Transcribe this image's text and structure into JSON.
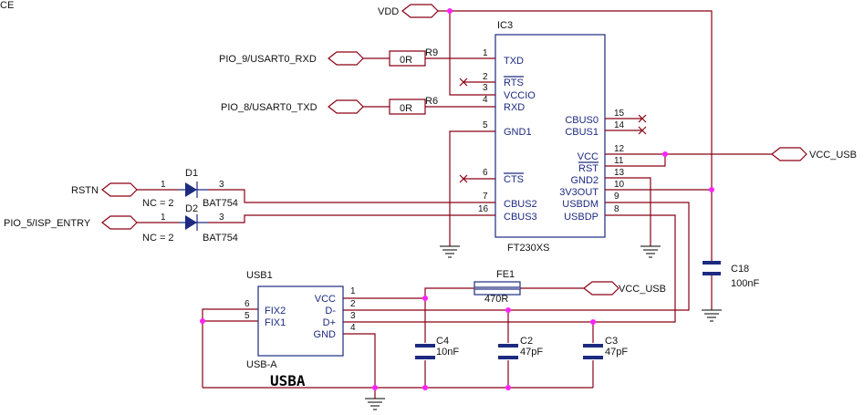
{
  "top_left_fragment": "CE",
  "ic3": {
    "ref": "IC3",
    "part": "FT230XS",
    "pins": {
      "txd": "TXD",
      "rts": "RTS",
      "vccio": "VCCIO",
      "rxd": "RXD",
      "gnd1": "GND1",
      "cts": "CTS",
      "cbus2": "CBUS2",
      "cbus3": "CBUS3",
      "cbus0": "CBUS0",
      "cbus1": "CBUS1",
      "vcc": "VCC",
      "rst": "RST",
      "gnd2": "GND2",
      "v3out": "3V3OUT",
      "usbdm": "USBDM",
      "usbdp": "USBDP"
    },
    "pin_numbers": {
      "p1": "1",
      "p2": "2",
      "p3": "3",
      "p4": "4",
      "p5": "5",
      "p6": "6",
      "p7": "7",
      "p16": "16",
      "p15": "15",
      "p14": "14",
      "p12": "12",
      "p11": "11",
      "p13": "13",
      "p10": "10",
      "p9": "9",
      "p8": "8"
    }
  },
  "nets": {
    "vdd": "VDD",
    "rxd_net": "PIO_9/USART0_RXD",
    "txd_net": "PIO_8/USART0_TXD",
    "rstn": "RSTN",
    "isp": "PIO_5/ISP_ENTRY",
    "vcc_usb_1": "VCC_USB",
    "vcc_usb_2": "VCC_USB"
  },
  "resistors": {
    "r9": {
      "ref": "R9",
      "value": "0R"
    },
    "r6": {
      "ref": "R6",
      "value": "0R"
    }
  },
  "diodes": {
    "d1": {
      "ref": "D1",
      "part": "BAT754",
      "pin_a": "1",
      "pin_k": "3",
      "nc": "NC = 2"
    },
    "d2": {
      "ref": "D2",
      "part": "BAT754",
      "pin_a": "1",
      "pin_k": "3",
      "nc": "NC = 2"
    }
  },
  "usb": {
    "ref": "USB1",
    "type": "USB-A",
    "title": "USBA",
    "pins": {
      "vcc": "VCC",
      "dm": "D-",
      "dp": "D+",
      "gnd": "GND",
      "fix2": "FIX2",
      "fix1": "FIX1"
    },
    "pin_numbers": {
      "p1": "1",
      "p2": "2",
      "p3": "3",
      "p4": "4",
      "p6": "6",
      "p5": "5"
    }
  },
  "ferrite": {
    "ref": "FE1",
    "value": "470R"
  },
  "capacitors": {
    "c18": {
      "ref": "C18",
      "value": "100nF"
    },
    "c4": {
      "ref": "C4",
      "value": "10nF"
    },
    "c2": {
      "ref": "C2",
      "value": "47pF"
    },
    "c3": {
      "ref": "C3",
      "value": "47pF"
    }
  }
}
